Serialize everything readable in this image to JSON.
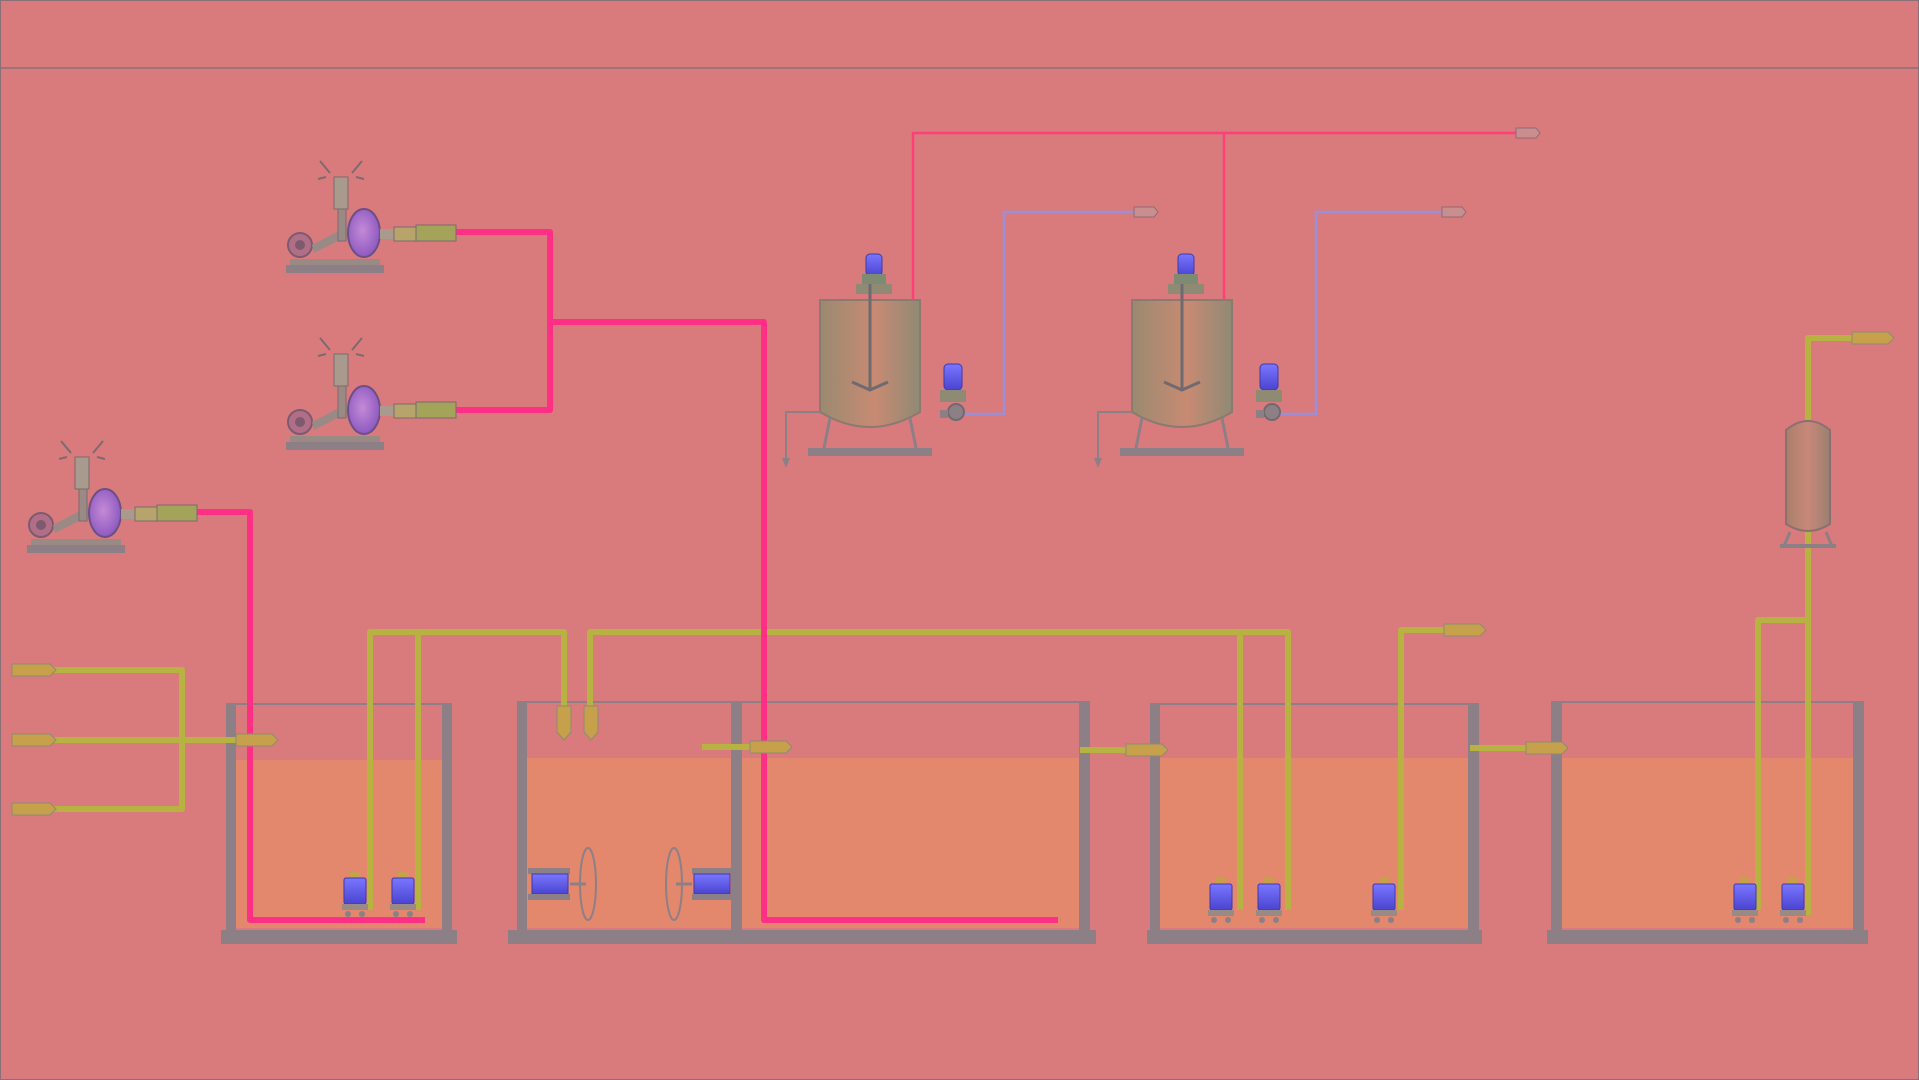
{
  "colors": {
    "background": "#d97b7d",
    "panel_border": "#8a6f78",
    "air_pipe": "#ff2f86",
    "water_pipe": "#b7b241",
    "chemical_pipe": "#ff3f7a",
    "dosing_pipe": "#9a8fd8",
    "water_fill": "#e3876d",
    "tank_wall": "#8c7f86",
    "pump_blue": "#5c57e6",
    "vessel_body": "#b8866c"
  },
  "icons": {
    "blower": "roots-blower-icon",
    "submersible_pump": "submersible-pump-icon",
    "dosing_tank": "mixing-tank-icon",
    "metering_pump": "metering-pump-icon",
    "mixer": "propeller-mixer-icon",
    "filter_vessel": "pressure-vessel-icon",
    "pipe_end": "pipe-arrow-icon"
  },
  "diagram": {
    "blowers": 3,
    "dosing_tanks": 2,
    "basins": 5,
    "submersible_pumps": 7,
    "mixers": 2,
    "inlet_pipes": 3
  }
}
